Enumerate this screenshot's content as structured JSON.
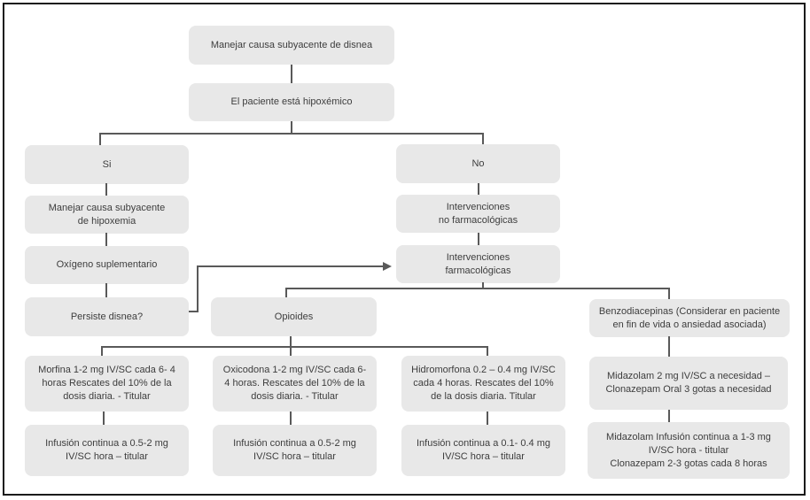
{
  "diagram": {
    "language": "es",
    "nodes": {
      "manejar_disnea": {
        "label": "Manejar causa subyacente de disnea"
      },
      "hipoxemico": {
        "label": "El paciente está hipoxémico"
      },
      "si": {
        "label": "Si"
      },
      "no": {
        "label": "No"
      },
      "causa_hipoxemia": {
        "label": "Manejar causa subyacente\nde hipoxemia"
      },
      "interv_no_farma": {
        "label": "Intervenciones\nno farmacológicas"
      },
      "oxigeno": {
        "label": "Oxígeno suplementario"
      },
      "interv_farma": {
        "label": "Intervenciones\nfarmacológicas"
      },
      "persiste": {
        "label": "Persiste disnea?"
      },
      "opioides": {
        "label": "Opioides"
      },
      "benzodiacepinas": {
        "label": "Benzodiacepinas (Considerar en paciente\nen fin de vida o ansiedad asociada)"
      },
      "morfina": {
        "label": "Morfina 1-2 mg IV/SC cada 6- 4\nhoras Rescates del 10% de la\ndosis diaria. - Titular"
      },
      "oxicodona": {
        "label": "Oxicodona 1-2 mg IV/SC cada 6-\n4 horas. Rescates del 10% de la\ndosis diaria. - Titular"
      },
      "hidromorfona": {
        "label": "Hidromorfona 0.2 – 0.4 mg IV/SC\ncada 4 horas. Rescates del 10%\nde la dosis diaria.  Titular"
      },
      "midazolam_prn": {
        "label": "Midazolam 2 mg IV/SC a necesidad –\nClonazepam Oral 3 gotas a necesidad"
      },
      "infusion_morfina": {
        "label": "Infusión continua a 0.5-2 mg\nIV/SC hora – titular"
      },
      "infusion_oxicodona": {
        "label": "Infusión continua a 0.5-2 mg\nIV/SC hora – titular"
      },
      "infusion_hidromorfona": {
        "label": "Infusión continua a 0.1- 0.4 mg\nIV/SC hora – titular"
      },
      "midazolam_infusion": {
        "label": "Midazolam Infusión continua a 1-3 mg\nIV/SC hora - titular\nClonazepam 2-3 gotas cada 8 horas"
      }
    },
    "colors": {
      "node_fill": "#e8e8e8",
      "connector": "#595959",
      "text": "#3d3d3d",
      "frame_border": "#1a1a1a",
      "background": "#ffffff"
    }
  }
}
